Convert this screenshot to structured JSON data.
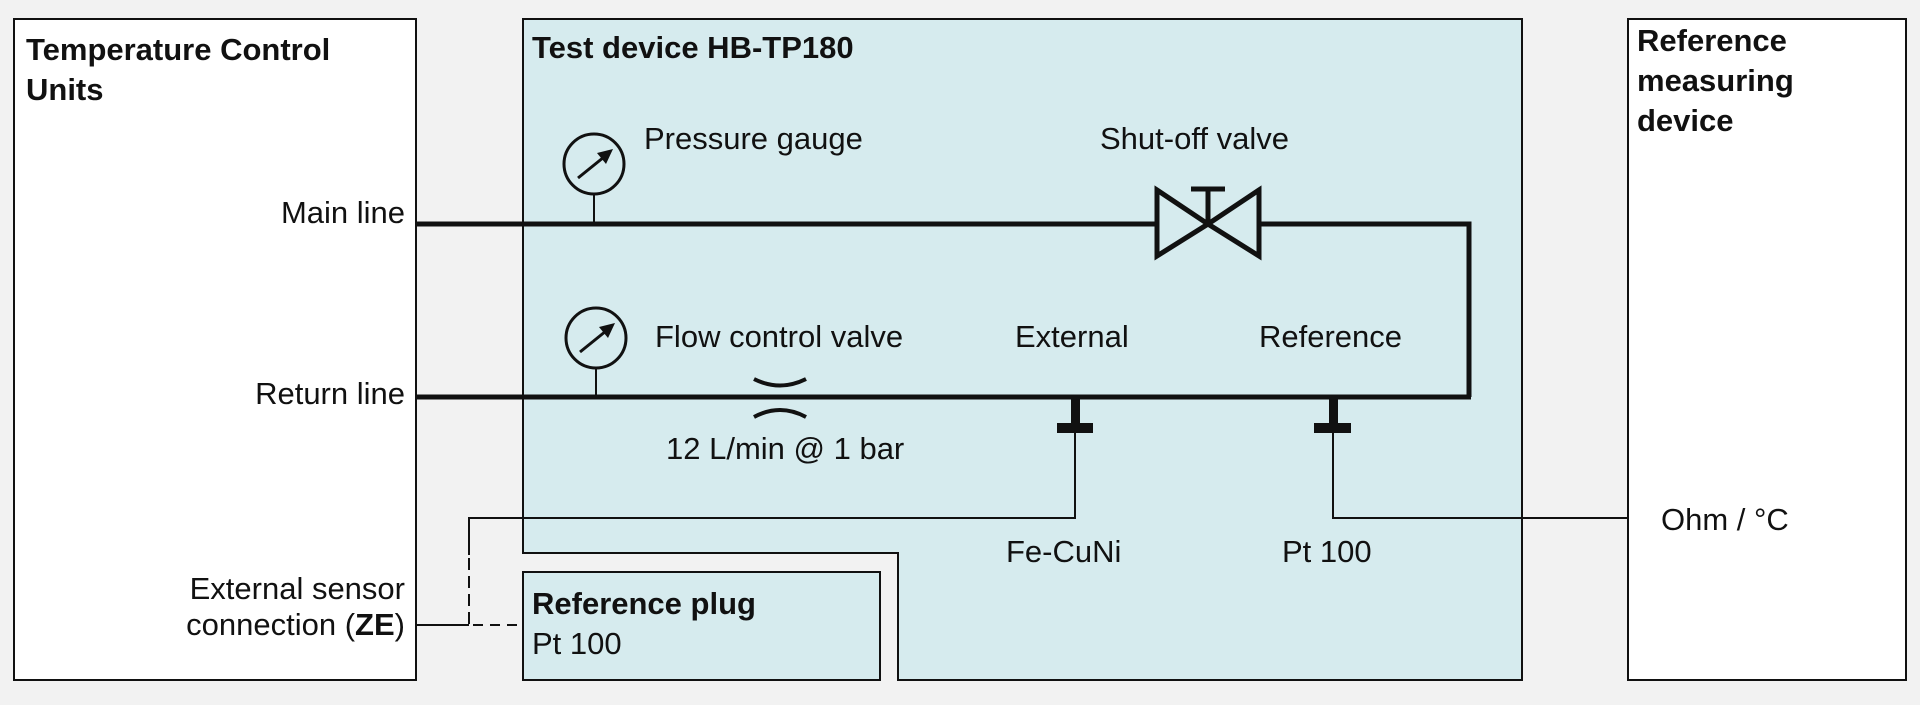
{
  "colors": {
    "background": "#f2f2f2",
    "box_white": "#ffffff",
    "box_blue": "#d6ebee",
    "line": "#111111"
  },
  "blocks": {
    "temperature_control_units": {
      "title": "Temperature Control Units",
      "main_line_label": "Main line",
      "return_line_label": "Return line",
      "external_sensor_line1": "External sensor",
      "external_sensor_line2_prefix": "connection (",
      "external_sensor_abbrev": "ZE",
      "external_sensor_line2_suffix": ")"
    },
    "test_device": {
      "title": "Test device HB-TP180",
      "pressure_gauge_label": "Pressure gauge",
      "shutoff_valve_label": "Shut-off valve",
      "flow_control_valve_label": "Flow control valve",
      "flow_rating": "12 L/min @ 1 bar",
      "external_tap_label": "External",
      "reference_tap_label": "Reference",
      "external_sensor_type": "Fe-CuNi",
      "reference_sensor_type": "Pt 100"
    },
    "reference_plug": {
      "title": "Reference plug",
      "type": "Pt 100"
    },
    "reference_measuring_device": {
      "title": "Reference measuring device",
      "readout_units": "Ohm / °C"
    }
  },
  "icons": {
    "pressure_gauge": "pressure-gauge-icon",
    "shutoff_valve": "shutoff-valve-icon",
    "flow_restrictor": "flow-restrictor-icon",
    "sensor_tap": "sensor-tap-icon"
  }
}
